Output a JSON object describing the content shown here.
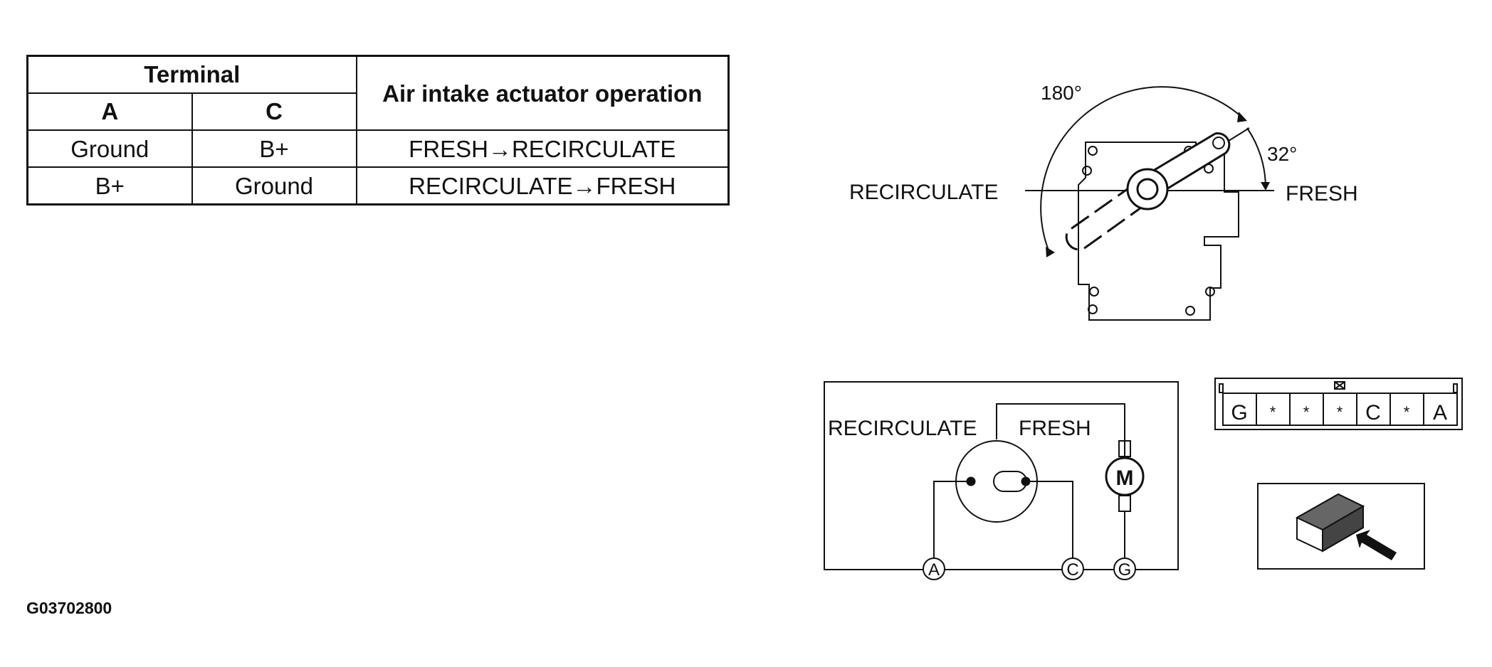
{
  "terminal_table": {
    "group_header": "Terminal",
    "col_a": "A",
    "col_c": "C",
    "operation_header": "Air intake actuator operation",
    "rows": [
      {
        "a": "Ground",
        "c": "B+",
        "operation": "FRESH→RECIRCULATE"
      },
      {
        "a": "B+",
        "c": "Ground",
        "operation": "RECIRCULATE→FRESH"
      }
    ]
  },
  "actuator_view": {
    "angle_full": "180°",
    "angle_small": "32°",
    "label_left": "RECIRCULATE",
    "label_right": "FRESH"
  },
  "schematic": {
    "label_recirculate": "RECIRCULATE",
    "label_fresh": "FRESH",
    "motor": "M",
    "terminals": [
      "A",
      "C",
      "G"
    ]
  },
  "connector": {
    "pins": [
      "G",
      "*",
      "*",
      "*",
      "C",
      "*",
      "A"
    ]
  },
  "figure_id": "G03702800"
}
